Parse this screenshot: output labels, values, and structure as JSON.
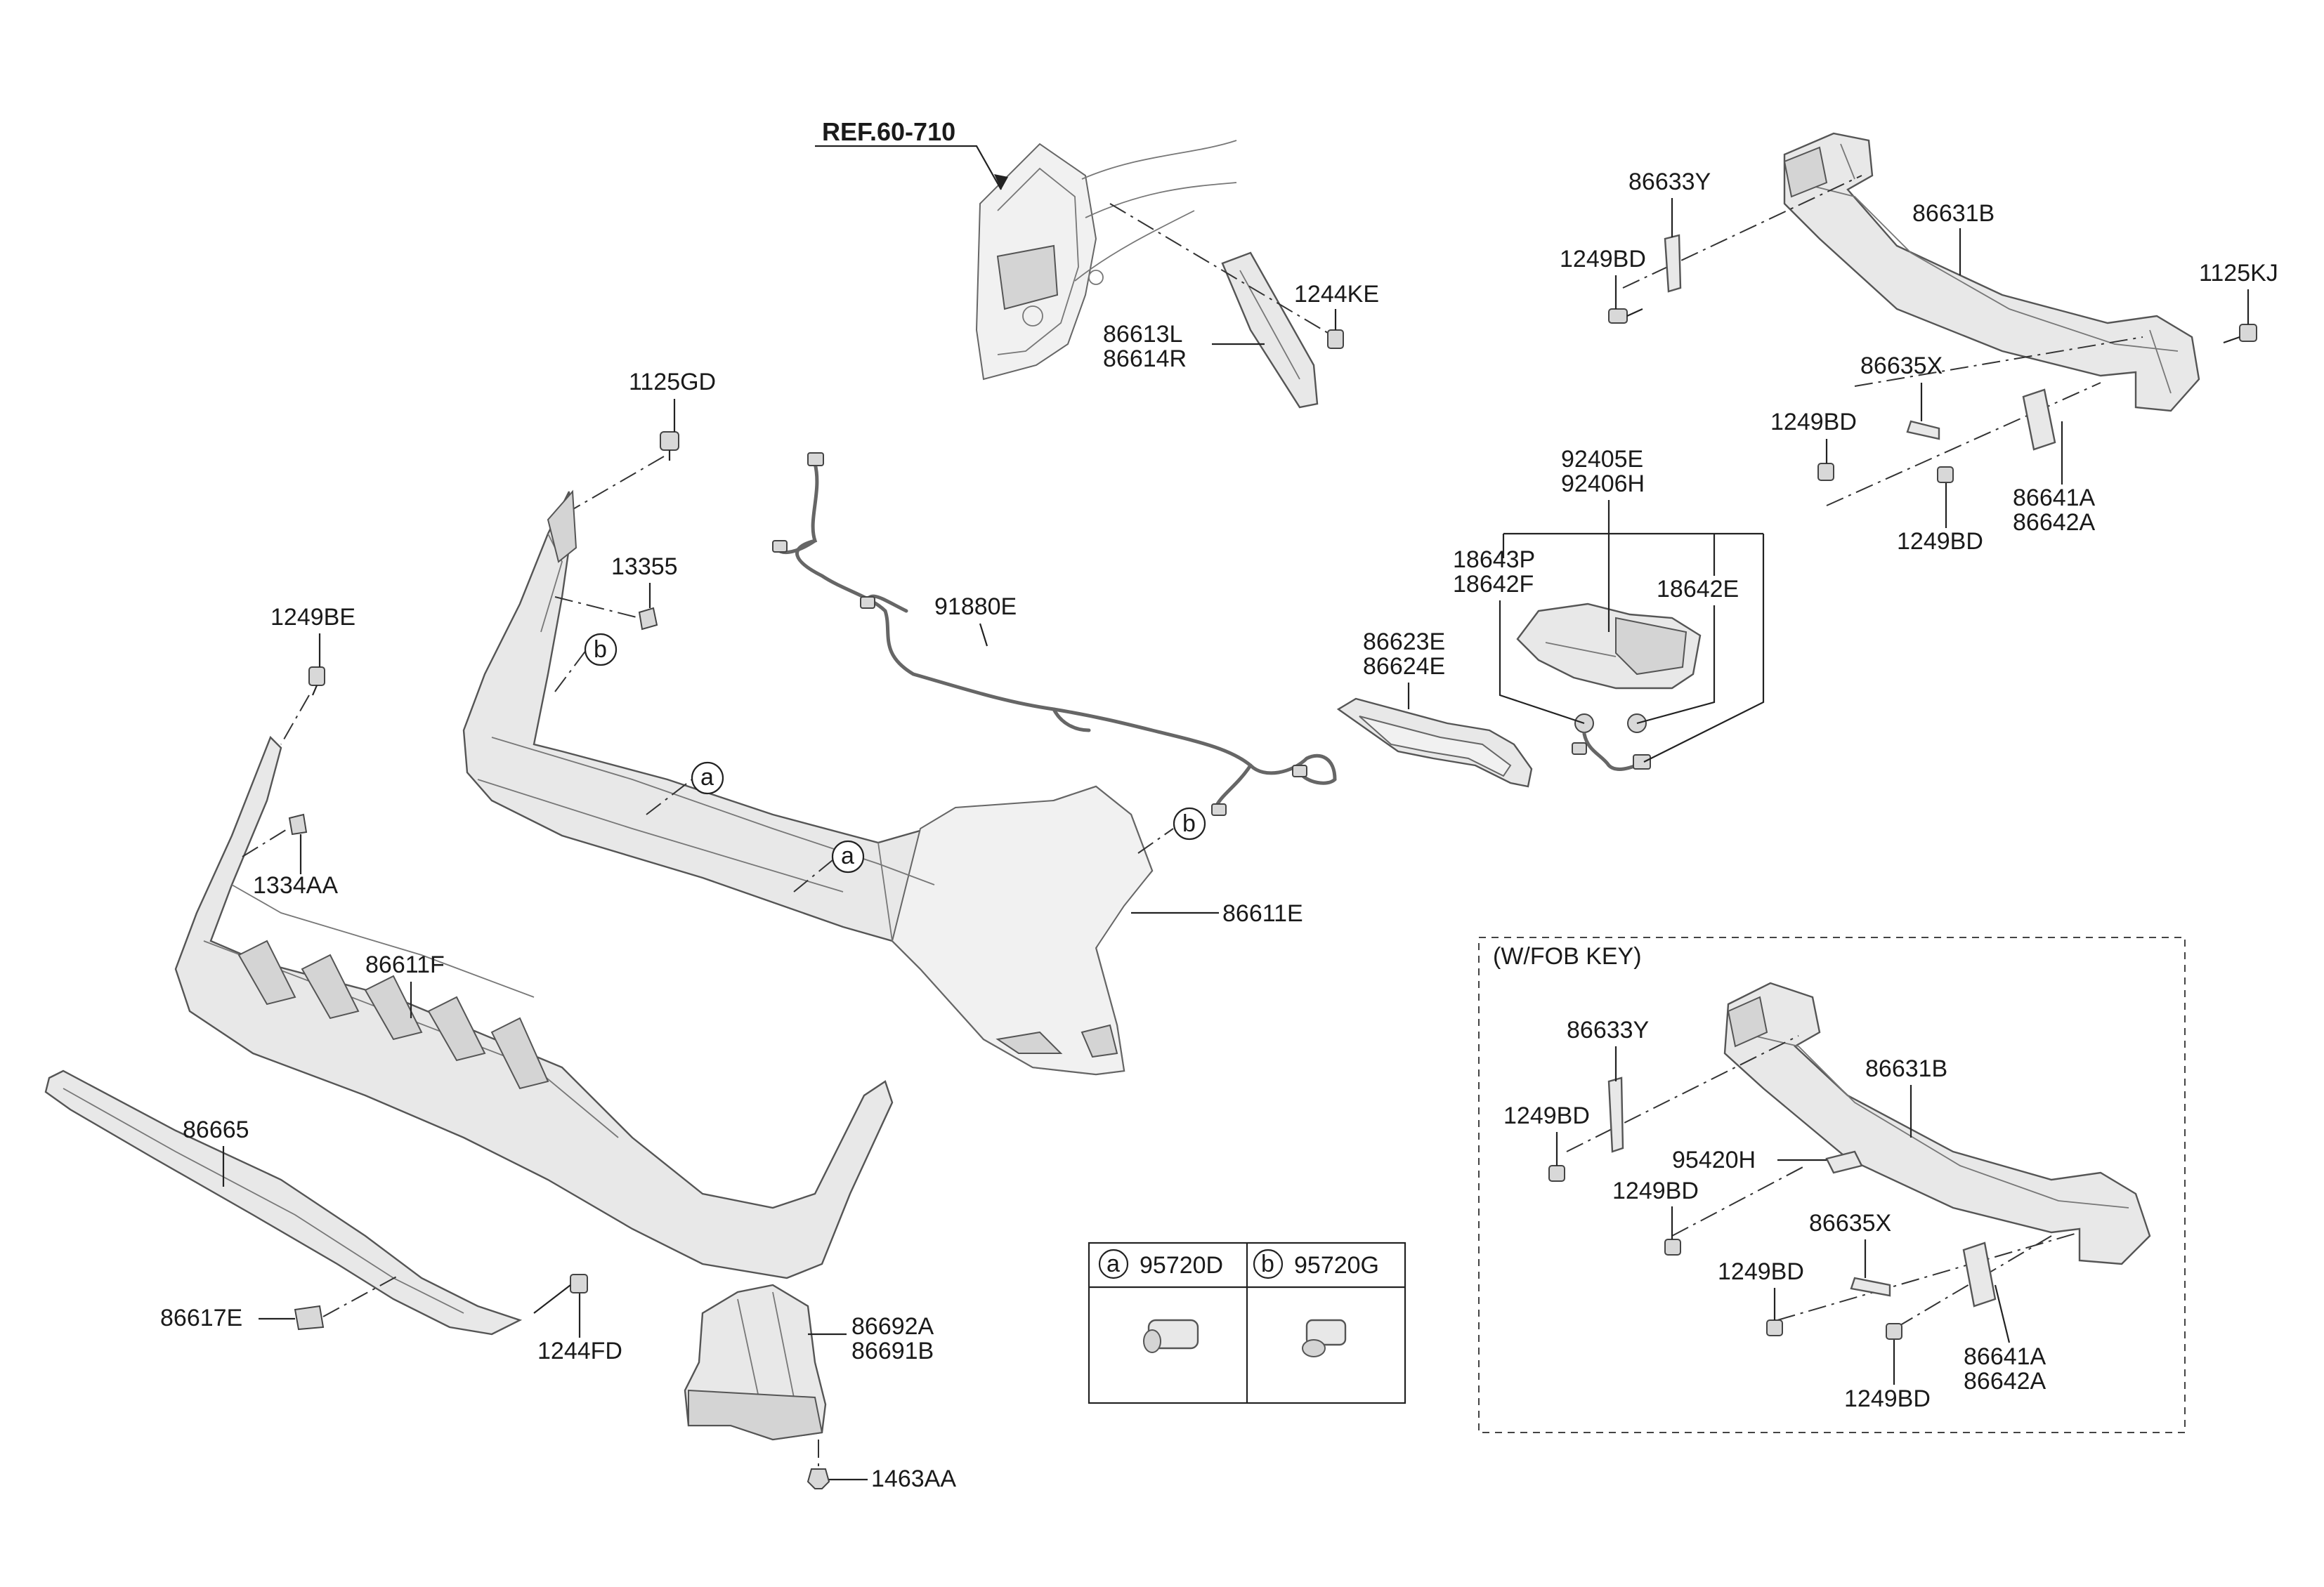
{
  "reference": "REF.60-710",
  "callouts": {
    "a": "a",
    "b": "b"
  },
  "labels": {
    "p86633Y_top": "86633Y",
    "p86631B_top": "86631B",
    "p1249BD_t1": "1249BD",
    "p1125KJ": "1125KJ",
    "p86635X_top": "86635X",
    "p1249BD_t2": "1249BD",
    "p1249BD_t3": "1249BD",
    "p86641A_top": "86641A",
    "p86642A_top": "86642A",
    "p1244KE": "1244KE",
    "p86613L": "86613L",
    "p86614R": "86614R",
    "p1125GD": "1125GD",
    "p13355": "13355",
    "p92405E": "92405E",
    "p92406H": "92406H",
    "p18643P": "18643P",
    "p18642F": "18642F",
    "p18642E": "18642E",
    "p91880E": "91880E",
    "p86623E": "86623E",
    "p86624E": "86624E",
    "p1249BE": "1249BE",
    "p1334AA": "1334AA",
    "p86611E": "86611E",
    "p86611F": "86611F",
    "p86665": "86665",
    "p86617E": "86617E",
    "p1244FD": "1244FD",
    "p86692A": "86692A",
    "p86691B": "86691B",
    "p1463AA": "1463AA"
  },
  "sensor_table": {
    "a_part": "95720D",
    "b_part": "95720G"
  },
  "fob_box": {
    "title": "(W/FOB KEY)",
    "p86633Y": "86633Y",
    "p86631B": "86631B",
    "p1249BD_1": "1249BD",
    "p95420H": "95420H",
    "p1249BD_2": "1249BD",
    "p86635X": "86635X",
    "p1249BD_3": "1249BD",
    "p1249BD_4": "1249BD",
    "p86641A": "86641A",
    "p86642A": "86642A"
  }
}
